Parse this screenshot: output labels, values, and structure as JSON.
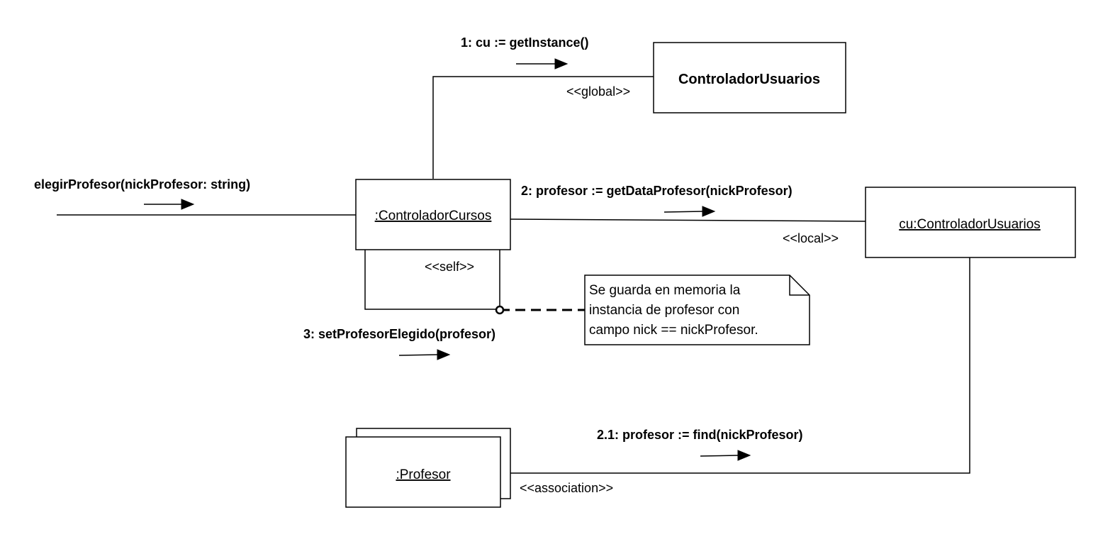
{
  "objects": {
    "controlador_usuarios_class": "ControladorUsuarios",
    "controlador_cursos": ":ControladorCursos",
    "cu_controlador_usuarios": "cu:ControladorUsuarios",
    "profesor": ":Profesor"
  },
  "messages": {
    "m0": "elegirProfesor(nickProfesor: string)",
    "m1": "1: cu := getInstance()",
    "m2": "2: profesor := getDataProfesor(nickProfesor)",
    "m3": "3: setProfesorElegido(profesor)",
    "m21": "2.1: profesor := find(nickProfesor)"
  },
  "stereotypes": {
    "global": "<<global>>",
    "local": "<<local>>",
    "self": "<<self>>",
    "association": "<<association>>"
  },
  "note": {
    "line1": "Se guarda en memoria la",
    "line2": "instancia de profesor con",
    "line3": "campo nick == nickProfesor."
  }
}
